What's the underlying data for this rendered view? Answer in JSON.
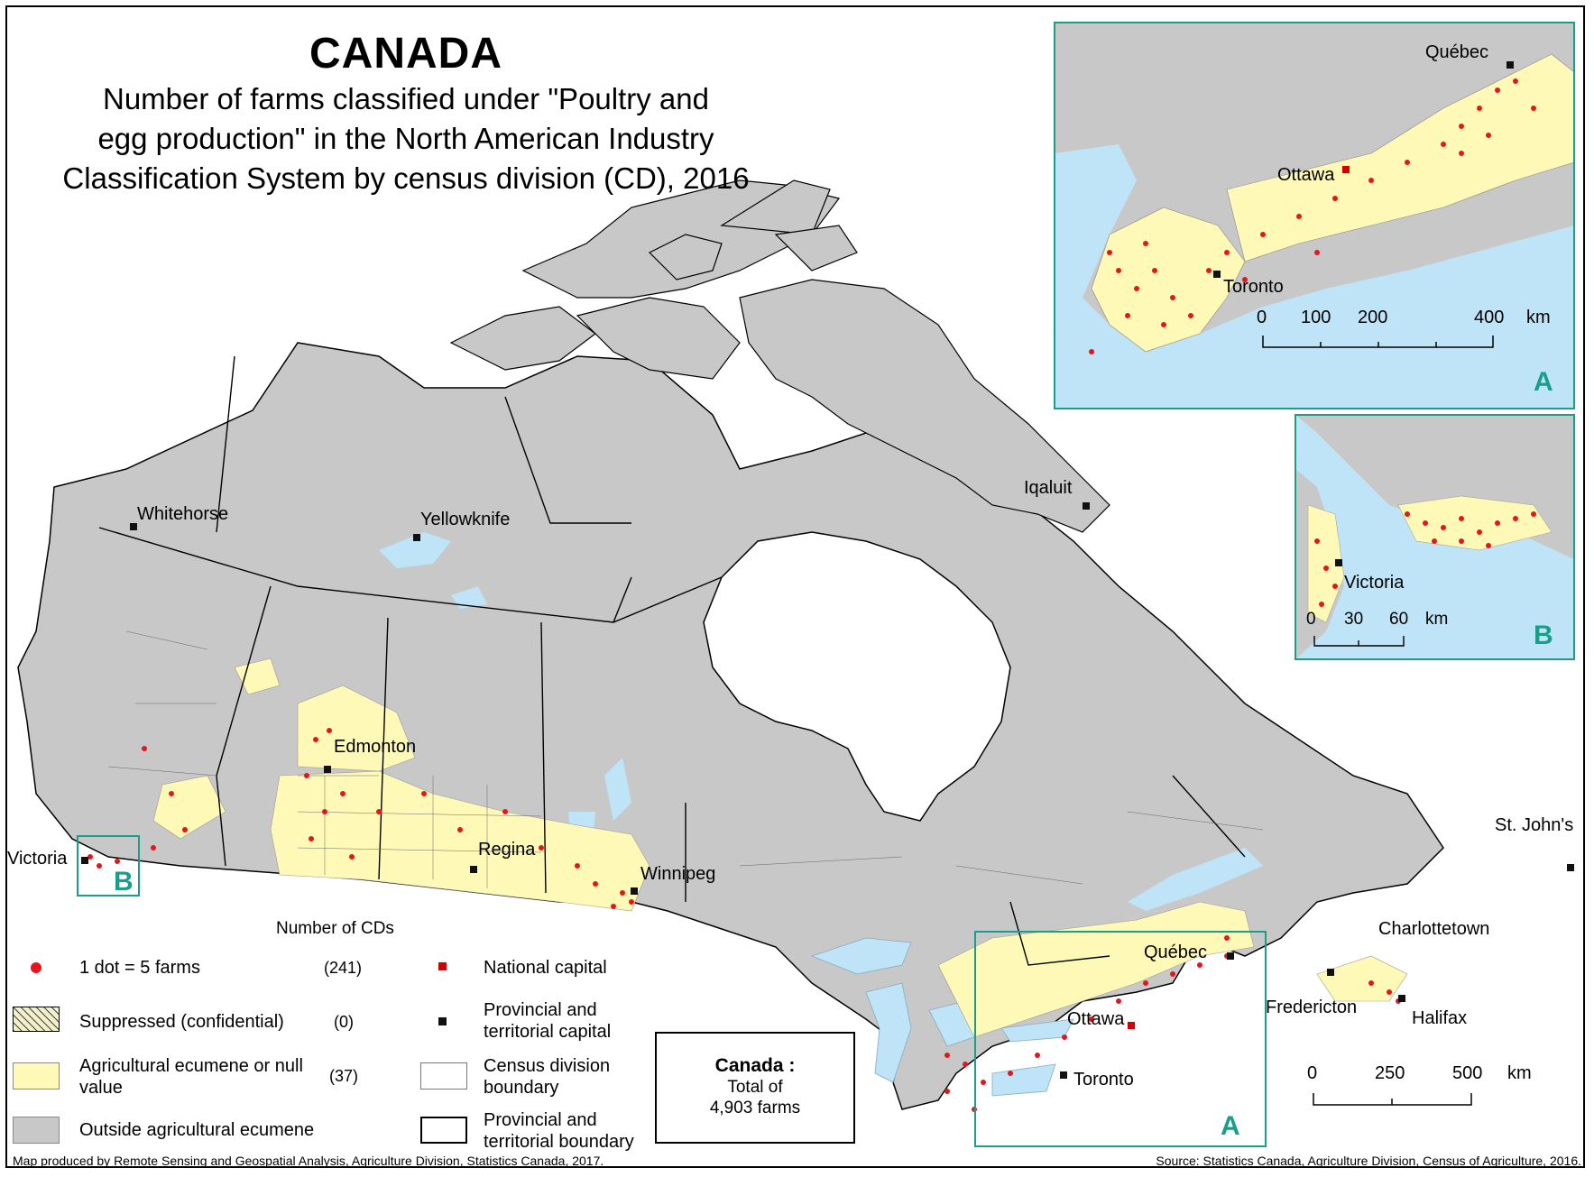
{
  "title": "CANADA",
  "subtitle": "Number of farms classified under \"Poultry and\negg production\" in the North American Industry\nClassification System by census division (CD), 2016",
  "colors": {
    "outside_ecumene": "#c8c8c8",
    "ecumene": "#fff9b8",
    "water": "#bfe4f7",
    "dot": "#e8141c",
    "capital": "#111111",
    "national_capital": "#d40000",
    "inset_border": "#1a9e8a"
  },
  "cities": {
    "whitehorse": "Whitehorse",
    "yellowknife": "Yellowknife",
    "iqaluit": "Iqaluit",
    "edmonton": "Edmonton",
    "regina": "Regina",
    "winnipeg": "Winnipeg",
    "victoria": "Victoria",
    "toronto": "Toronto",
    "ottawa": "Ottawa",
    "quebec": "Québec",
    "fredericton": "Fredericton",
    "charlottetown": "Charlottetown",
    "halifax": "Halifax",
    "stjohns": "St. John's"
  },
  "insets": {
    "a_label": "A",
    "b_label": "B",
    "a_cities": {
      "quebec": "Québec",
      "ottawa": "Ottawa",
      "toronto": "Toronto"
    },
    "b_cities": {
      "victoria": "Victoria"
    },
    "a_scale": [
      "0",
      "100",
      "200",
      "400",
      "km"
    ],
    "b_scale": [
      "0",
      "30",
      "60",
      "km"
    ]
  },
  "main_scale": [
    "0",
    "250",
    "500",
    "km"
  ],
  "legend": {
    "count_header": "Number of CDs",
    "items": [
      {
        "label": "1 dot = 5 farms",
        "count": "(241)"
      },
      {
        "label": "Suppressed (confidential)",
        "count": "(0)"
      },
      {
        "label": "Agricultural ecumene or null value",
        "count": "(37)"
      },
      {
        "label": "Outside agricultural ecumene",
        "count": ""
      }
    ],
    "symbols": [
      {
        "label": "National capital"
      },
      {
        "label": "Provincial and territorial capital"
      },
      {
        "label": "Census division boundary"
      },
      {
        "label": "Provincial and territorial boundary"
      }
    ]
  },
  "total": {
    "heading": "Canada :",
    "line1": "Total of",
    "line2": "4,903 farms"
  },
  "footer": {
    "left": "Map produced by Remote Sensing and Geospatial Analysis, Agriculture Division, Statistics Canada, 2017.",
    "right": "Source: Statistics Canada, Agriculture Division, Census of Agriculture, 2016."
  }
}
